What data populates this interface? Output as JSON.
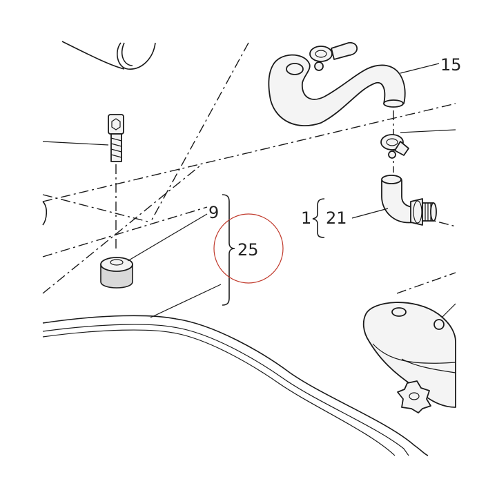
{
  "diagram": {
    "labels": {
      "l15": "15",
      "l9": "9",
      "l25": "25",
      "l1": "1",
      "l21": "21"
    },
    "highlight_color": "#c0392b"
  }
}
